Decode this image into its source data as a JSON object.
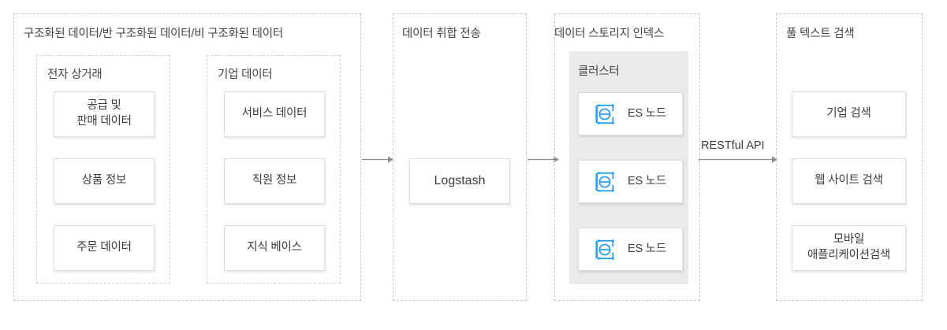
{
  "diagram": {
    "title": "Elasticsearch data pipeline architecture",
    "accent_color": "#1a9bfc",
    "panel_color": "#e9eaeb",
    "border_color": "#c9c9c9",
    "text_color": "#3c3c3c"
  },
  "stages": [
    {
      "id": "sources",
      "title": "구조화된 데이터/반 구조화된 데이터/비 구조화된 데이터",
      "groups": [
        {
          "id": "ecommerce",
          "title": "전자 상거래",
          "cards": [
            {
              "label": "공급 및\n판매 데이터"
            },
            {
              "label": "상품 정보"
            },
            {
              "label": "주문 데이터"
            }
          ]
        },
        {
          "id": "enterprise",
          "title": "기업 데이터",
          "cards": [
            {
              "label": "서비스 데이터"
            },
            {
              "label": "직원 정보"
            },
            {
              "label": "지식 베이스"
            }
          ]
        }
      ]
    },
    {
      "id": "ingest",
      "title": "데이터 취합 전송",
      "cards": [
        {
          "label": "Logstash",
          "script": "latin"
        }
      ]
    },
    {
      "id": "storage",
      "title": "데이터 스토리지 인덱스",
      "cluster": {
        "title": "클러스터",
        "nodes": [
          {
            "label": "ES 노드",
            "icon": "elasticsearch-node-icon"
          },
          {
            "label": "ES 노드",
            "icon": "elasticsearch-node-icon"
          },
          {
            "label": "ES 노드",
            "icon": "elasticsearch-node-icon"
          }
        ]
      }
    },
    {
      "id": "search",
      "title": "풀 텍스트 검색",
      "cards": [
        {
          "label": "기업 검색"
        },
        {
          "label": "웹 사이트 검색"
        },
        {
          "label": "모바일\n애플리케이션검색"
        }
      ]
    }
  ],
  "arrows": [
    {
      "id": "sources-to-ingest",
      "label": ""
    },
    {
      "id": "ingest-to-storage",
      "label": ""
    },
    {
      "id": "storage-to-search",
      "label": "RESTful API"
    }
  ]
}
